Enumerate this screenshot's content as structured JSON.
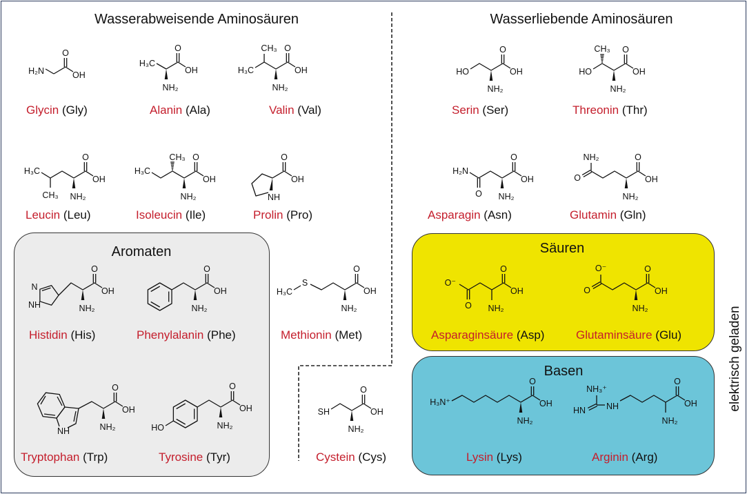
{
  "headings": {
    "hydrophobic": "Wasserabweisende Aminosäuren",
    "hydrophilic": "Wasserliebende Aminosäuren",
    "aromatic": "Aromaten",
    "acids": "Säuren",
    "bases": "Basen",
    "charged": "elektrisch geladen"
  },
  "colors": {
    "name_red": "#c41e2c",
    "acids_box": "#efe400",
    "bases_box": "#6cc5d9",
    "aromatic_box": "#ececec"
  },
  "molecules": [
    {
      "name": "Glycin",
      "abbr": "(Gly)",
      "atoms": [
        "O",
        "OH",
        "",
        "H₂N"
      ]
    },
    {
      "name": "Alanin",
      "abbr": "(Ala)",
      "atoms": [
        "O",
        "OH",
        "NH₂",
        "H₃C"
      ]
    },
    {
      "name": "Valin",
      "abbr": "(Val)",
      "atoms": [
        "O",
        "OH",
        "NH₂",
        "CH₃",
        "H₃C"
      ]
    },
    {
      "name": "Leucin",
      "abbr": "(Leu)",
      "atoms": [
        "O",
        "OH",
        "NH₂",
        "H₃C",
        "CH₃"
      ]
    },
    {
      "name": "Isoleucin",
      "abbr": "(Ile)",
      "atoms": [
        "O",
        "OH",
        "NH₂",
        "CH₃",
        "H₃C"
      ]
    },
    {
      "name": "Prolin",
      "abbr": "(Pro)",
      "atoms": [
        "O",
        "OH",
        "",
        "NH"
      ]
    },
    {
      "name": "Serin",
      "abbr": "(Ser)",
      "atoms": [
        "O",
        "OH",
        "NH₂",
        "HO"
      ]
    },
    {
      "name": "Threonin",
      "abbr": "(Thr)",
      "atoms": [
        "O",
        "OH",
        "NH₂",
        "CH₃",
        "HO"
      ]
    },
    {
      "name": "Asparagin",
      "abbr": "(Asn)",
      "atoms": [
        "O",
        "OH",
        "NH₂",
        "O",
        "H₂N"
      ]
    },
    {
      "name": "Glutamin",
      "abbr": "(Gln)",
      "atoms": [
        "O",
        "OH",
        "NH₂",
        "NH₂",
        "O"
      ]
    },
    {
      "name": "Histidin",
      "abbr": "(His)",
      "atoms": [
        "O",
        "OH",
        "NH₂",
        "N",
        "NH"
      ]
    },
    {
      "name": "Phenylalanin",
      "abbr": "(Phe)",
      "atoms": [
        "O",
        "OH",
        "NH₂"
      ]
    },
    {
      "name": "Methionin",
      "abbr": "(Met)",
      "atoms": [
        "O",
        "OH",
        "NH₂",
        "S",
        "H₃C"
      ]
    },
    {
      "name": "Tryptophan",
      "abbr": "(Trp)",
      "atoms": [
        "O",
        "OH",
        "NH₂",
        "NH"
      ]
    },
    {
      "name": "Tyrosine",
      "abbr": "(Tyr)",
      "atoms": [
        "O",
        "OH",
        "NH₂",
        "HO"
      ]
    },
    {
      "name": "Cystein",
      "abbr": "(Cys)",
      "atoms": [
        "O",
        "OH",
        "NH₂",
        "SH"
      ]
    },
    {
      "name": "Asparaginsäure",
      "abbr": "(Asp)",
      "atoms": [
        "O",
        "OH",
        "NH₂",
        "O⁻",
        "O"
      ]
    },
    {
      "name": "Glutaminsäure",
      "abbr": "(Glu)",
      "atoms": [
        "O",
        "OH",
        "NH₂",
        "O⁻",
        "O"
      ]
    },
    {
      "name": "Lysin",
      "abbr": "(Lys)",
      "atoms": [
        "O",
        "OH",
        "NH₂",
        "H₃N⁺"
      ]
    },
    {
      "name": "Arginin",
      "abbr": "(Arg)",
      "atoms": [
        "O",
        "OH",
        "NH₂",
        "NH",
        "NH₃⁺",
        "HN"
      ]
    }
  ]
}
